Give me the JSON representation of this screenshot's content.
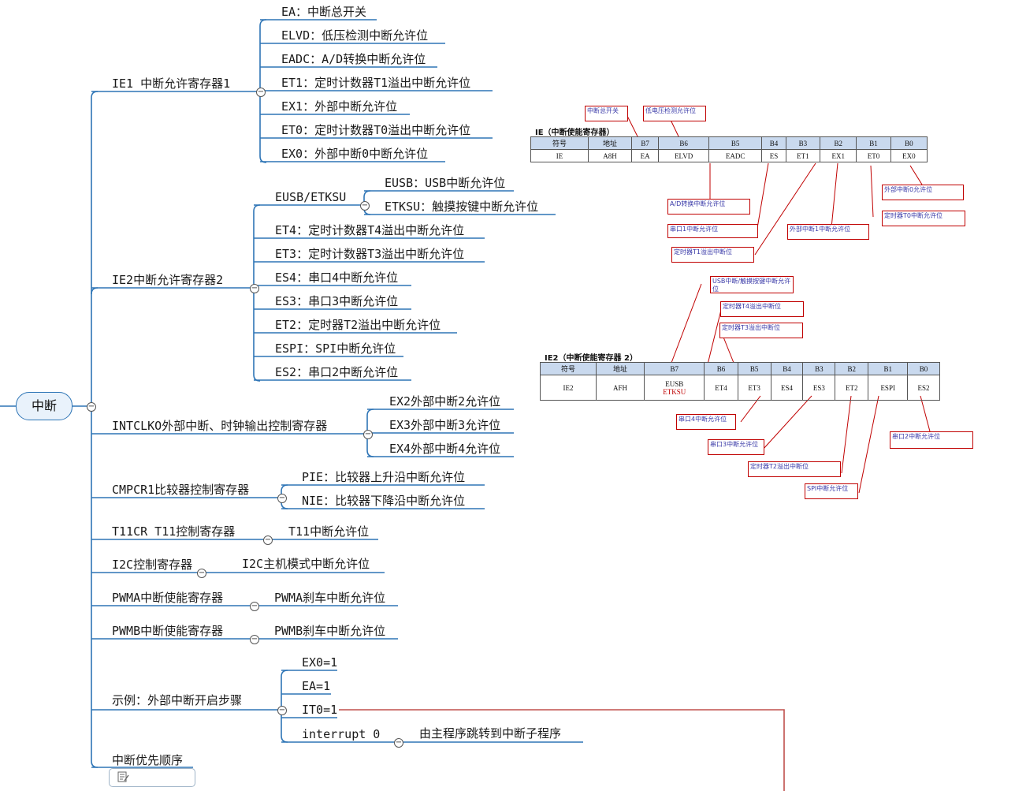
{
  "root": {
    "label": "中断"
  },
  "branches": {
    "ie1": {
      "label": "IE1 中断允许寄存器1",
      "children": [
        "EA：中断总开关",
        "ELVD：低压检测中断允许位",
        "EADC：A/D转换中断允许位",
        "ET1：定时计数器T1溢出中断允许位",
        "EX1：外部中断允许位",
        "ET0：定时计数器T0溢出中断允许位",
        "EX0：外部中断0中断允许位"
      ]
    },
    "ie2": {
      "label": "IE2中断允许寄存器2",
      "eusb": {
        "label": "EUSB/ETKSU",
        "children": [
          "EUSB：USB中断允许位",
          "ETKSU：触摸按键中断允许位"
        ]
      },
      "children": [
        "ET4：定时计数器T4溢出中断允许位",
        "ET3：定时计数器T3溢出中断允许位",
        "ES4：串口4中断允许位",
        "ES3：串口3中断允许位",
        "ET2：定时器T2溢出中断允许位",
        "ESPI：SPI中断允许位",
        "ES2：串口2中断允许位"
      ]
    },
    "intclko": {
      "label": "INTCLKO外部中断、时钟输出控制寄存器",
      "children": [
        "EX2外部中断2允许位",
        "EX3外部中断3允许位",
        "EX4外部中断4允许位"
      ]
    },
    "cmpcr1": {
      "label": "CMPCR1比较器控制寄存器",
      "children": [
        "PIE：比较器上升沿中断允许位",
        "NIE：比较器下降沿中断允许位"
      ]
    },
    "t11cr": {
      "label": "T11CR  T11控制寄存器",
      "children": [
        "T11中断允许位"
      ]
    },
    "i2c": {
      "label": "I2C控制寄存器",
      "children": [
        "I2C主机模式中断允许位"
      ]
    },
    "pwma": {
      "label": "PWMA中断使能寄存器",
      "children": [
        "PWMA刹车中断允许位"
      ]
    },
    "pwmb": {
      "label": "PWMB中断使能寄存器",
      "children": [
        "PWMB刹车中断允许位"
      ]
    },
    "example": {
      "label": "示例：外部中断开启步骤",
      "children": [
        "EX0=1",
        "EA=1",
        "IT0=1",
        "interrupt 0"
      ],
      "interrupt_child": "由主程序跳转到中断子程序"
    },
    "priority": {
      "label": "中断优先顺序"
    }
  },
  "ie_table": {
    "title": "IE（中断使能寄存器）",
    "header": [
      "符号",
      "地址",
      "B7",
      "B6",
      "B5",
      "B4",
      "B3",
      "B2",
      "B1",
      "B0"
    ],
    "row": [
      "IE",
      "A8H",
      "EA",
      "ELVD",
      "EADC",
      "ES",
      "ET1",
      "EX1",
      "ET0",
      "EX0"
    ]
  },
  "ie_annotations": {
    "a1": "中断总开关",
    "a2": "低电压检测允许位",
    "a3": "A/D转换中断允许位",
    "a4": "串口1中断允许位",
    "a5": "定时器T1溢出中断位",
    "a6": "外部中断1中断允许位",
    "a7": "外部中断0允许位",
    "a8": "定时器T0中断允许位"
  },
  "ie2_table": {
    "title": "IE2（中断使能寄存器 2）",
    "header": [
      "符号",
      "地址",
      "B7",
      "B6",
      "B5",
      "B4",
      "B3",
      "B2",
      "B1",
      "B0"
    ],
    "row": [
      "IE2",
      "AFH",
      "EUSB",
      "ET4",
      "ET3",
      "ES4",
      "ES3",
      "ET2",
      "ESPI",
      "ES2"
    ],
    "b7_extra": "ETKSU"
  },
  "ie2_annotations": {
    "b1": "USB中断/触摸按键中断允许位",
    "b2": "定时器T4溢出中断位",
    "b3": "定时器T3溢出中断位",
    "b4": "串口4中断允许位",
    "b5": "串口3中断允许位",
    "b6": "定时器T2溢出中断位",
    "b7": "SPI中断允许位",
    "b8": "串口2中断允许位"
  },
  "colors": {
    "line": "#2e75b6",
    "link": "#c0504d",
    "annotation_border": "#c00000",
    "annotation_text": "#3a3aa8",
    "table_header": "#c9d9ee"
  },
  "icons": {
    "collapse": "minus-circle-icon",
    "note": "note-icon"
  }
}
